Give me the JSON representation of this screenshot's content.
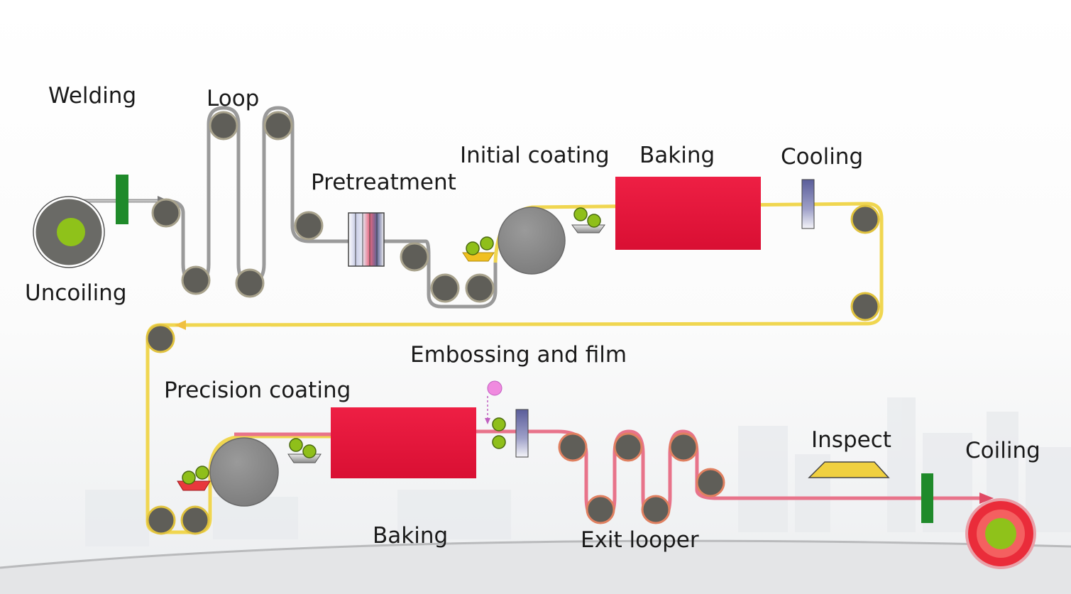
{
  "colors": {
    "steel_strip": "#9a9a9a",
    "coated_strip": "#f0d650",
    "finished_strip": "#e05a70",
    "roller": "#5f5e58",
    "oven": "#e6153a",
    "welder": "#1f8a2a",
    "coil_core": "#8fc21a"
  },
  "labels": {
    "welding": "Welding",
    "loop": "Loop",
    "uncoiling": "Uncoiling",
    "pretreatment": "Pretreatment",
    "initial_coating": "Initial coating",
    "baking_top": "Baking",
    "cooling": "Cooling",
    "embossing_and_film": "Embossing and film",
    "precision_coating": "Precision coating",
    "baking_bottom": "Baking",
    "exit_looper": "Exit looper",
    "inspect": "Inspect",
    "coiling": "Coiling"
  }
}
